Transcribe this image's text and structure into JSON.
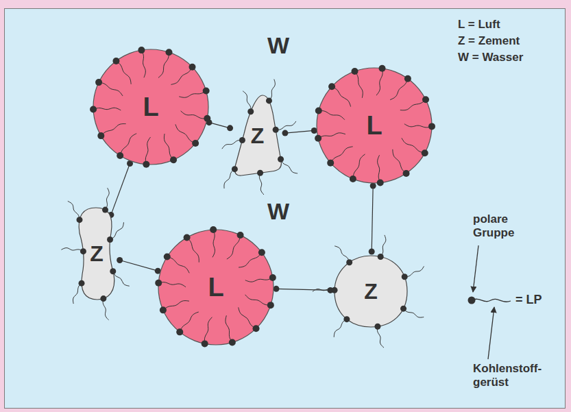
{
  "diagram": {
    "nodes": [
      {
        "text": [
          "L"
        ]
      },
      {
        "text": [
          "Z"
        ]
      },
      {
        "text": [
          "L"
        ]
      },
      {
        "text": [
          "Z"
        ]
      },
      {
        "text": [
          "L"
        ]
      },
      {
        "text": [
          "Z"
        ]
      }
    ],
    "edges": [
      {
        "from": 0,
        "to": 1,
        "arrow": "none"
      },
      {
        "from": 1,
        "to": 2,
        "arrow": "none"
      },
      {
        "from": 0,
        "to": 3,
        "arrow": "none"
      },
      {
        "from": 3,
        "to": 4,
        "arrow": "none"
      },
      {
        "from": 4,
        "to": 5,
        "arrow": "none"
      },
      {
        "from": 2,
        "to": 5,
        "arrow": "none"
      }
    ],
    "labels": [
      "W",
      "W",
      "L = Luft",
      "Z = Zement",
      "W = Wasser",
      "polare Gruppe",
      "= LP",
      "Kohlenstoff- gerüst"
    ]
  }
}
